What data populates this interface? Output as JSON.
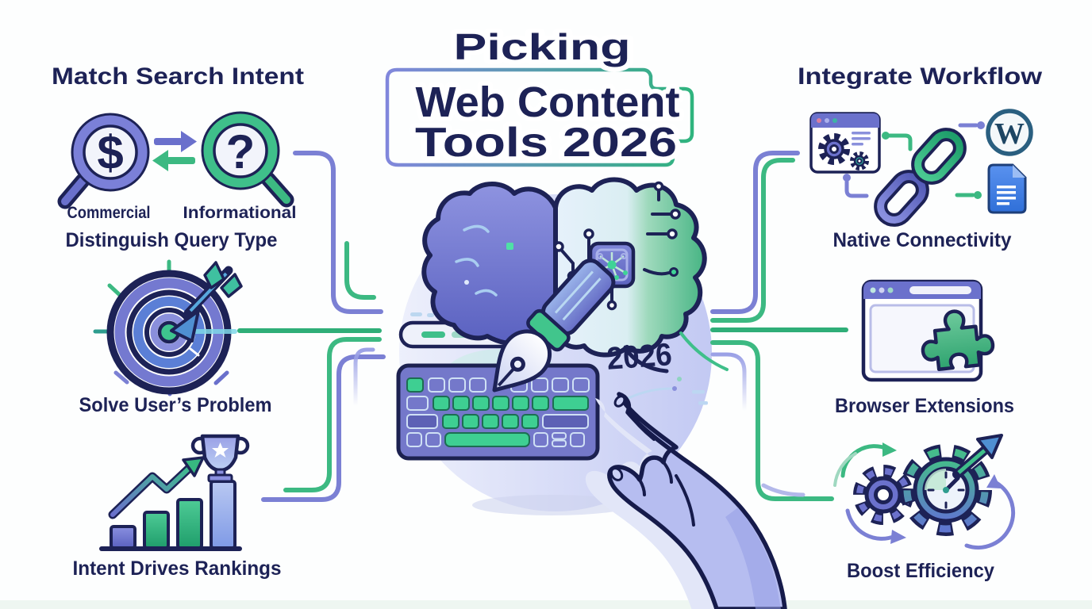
{
  "title": {
    "line1": "Picking",
    "line2": "Web Content",
    "line3": "Tools 2026"
  },
  "left": {
    "heading": "Match Search Intent",
    "commercial_label": "Commercial",
    "informational_label": "Informational",
    "dollar_symbol": "$",
    "question_symbol": "?",
    "captions": {
      "query": "Distinguish Query Type",
      "problem": "Solve User’s Problem",
      "rankings": "Intent Drives Rankings"
    }
  },
  "right": {
    "heading": "Integrate Workflow",
    "wordpress_letter": "W",
    "captions": {
      "connectivity": "Native Connectivity",
      "extensions": "Browser Extensions",
      "efficiency": "Boost Efficiency"
    }
  },
  "center": {
    "year": "2026"
  },
  "colors": {
    "navy": "#1d2256",
    "purple": "#7479d0",
    "green": "#2fae78",
    "teal": "#2e9d8f",
    "doc_blue": "#4a86ec",
    "light_lavender": "#c6cbf0",
    "hand_fill": "#b6bdf0"
  },
  "icons": {
    "left": [
      "magnifier-dollar",
      "swap-arrows",
      "magnifier-question",
      "target-arrow",
      "bar-chart-trophy"
    ],
    "center": [
      "ai-brain-circuit",
      "chip",
      "pen-nib",
      "keyboard",
      "pointing-hand"
    ],
    "right": [
      "browser-gears",
      "chain-link",
      "wordpress",
      "document",
      "browser-puzzle",
      "gears-clock"
    ]
  }
}
